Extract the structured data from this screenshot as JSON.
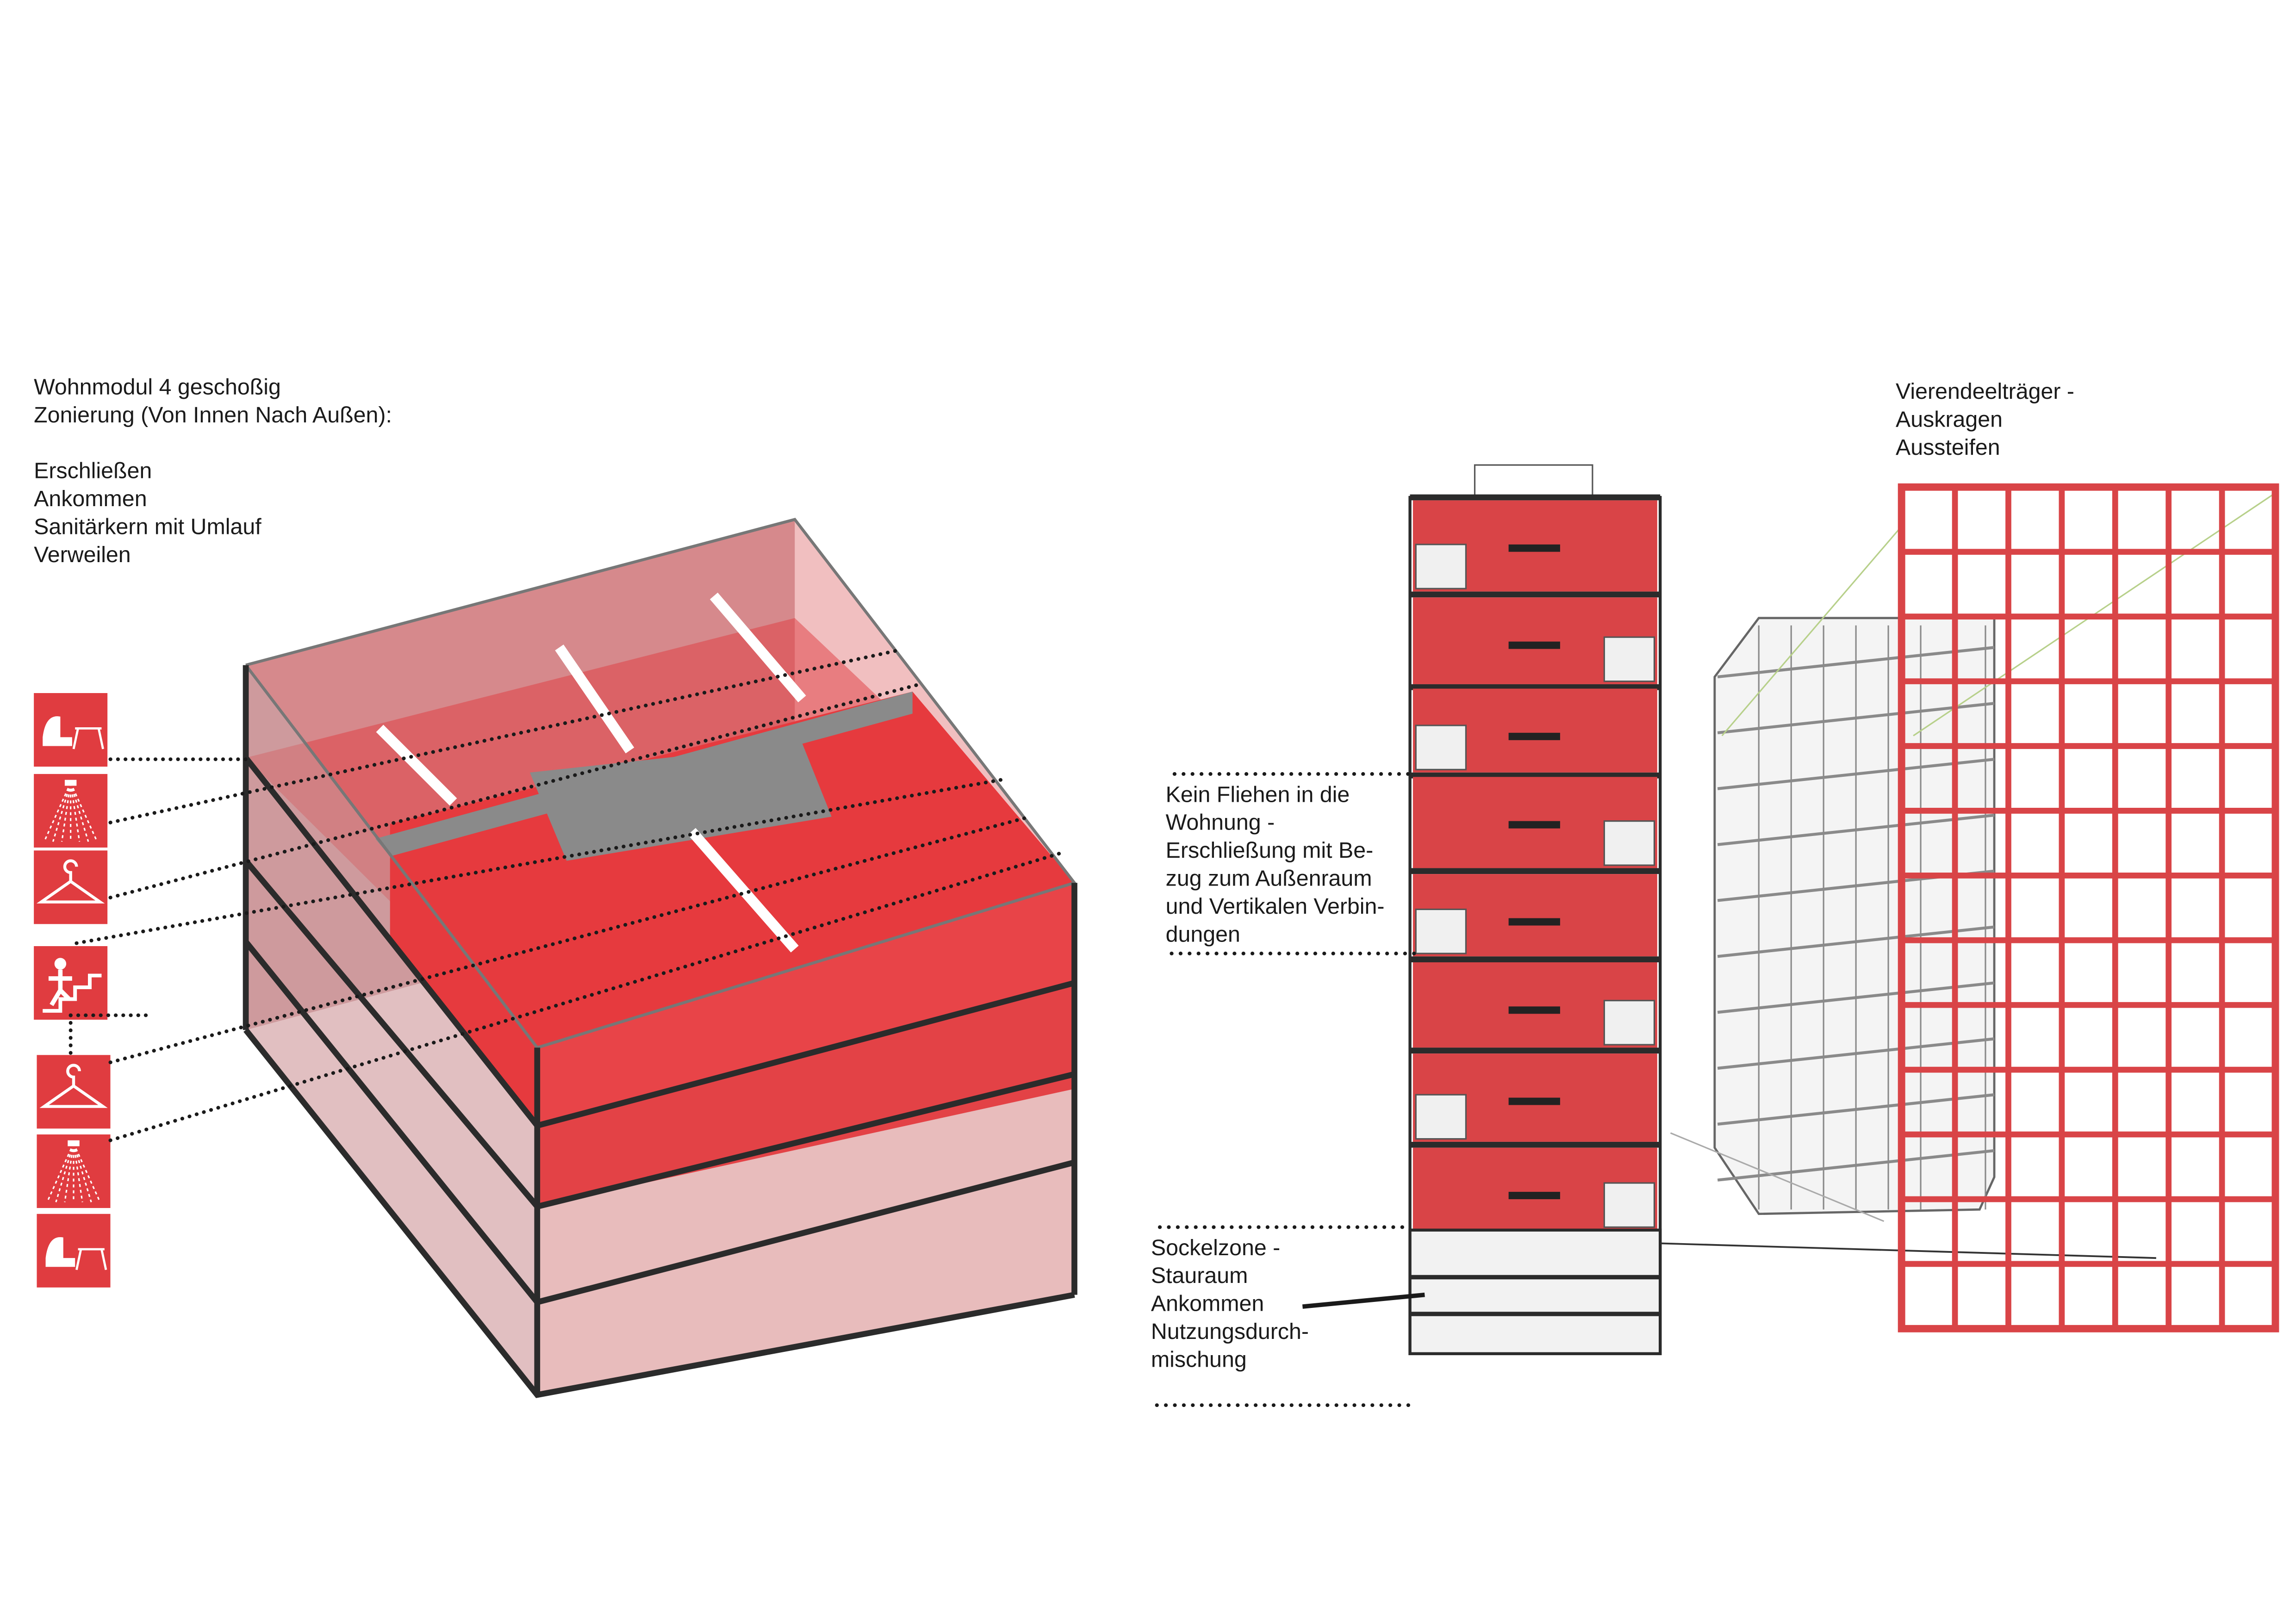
{
  "left_text": {
    "title": "Wohnmodul 4 geschoßig",
    "subtitle": "Zonierung (Von Innen Nach Außen):",
    "zones": [
      "Erschließen",
      "Ankommen",
      "Sanitärkern mit Umlauf",
      "Verweilen"
    ]
  },
  "icons": [
    "lounge-chair-table-icon",
    "shower-icon",
    "hanger-icon",
    "stairs-person-icon",
    "hanger-icon",
    "shower-icon",
    "lounge-chair-table-icon"
  ],
  "middle_text": {
    "lines": [
      "Kein Fliehen in die",
      "Wohnung -",
      "Erschließung mit Be-",
      "zug zum Außenraum",
      "und Vertikalen Verbin-",
      "dungen"
    ]
  },
  "base_text": {
    "lines": [
      "Sockelzone -",
      "Stauraum",
      "Ankommen",
      "Nutzungsdurch-",
      "mischung"
    ]
  },
  "right_text": {
    "lines": [
      "Vierendeelträger -",
      "Auskragen",
      "Aussteifen"
    ]
  },
  "colors": {
    "red": "#e03c40",
    "dark_red": "#a83a3e",
    "pink": "#e8bcbc",
    "gray": "#9a9a9a",
    "dark": "#2b2b2b"
  }
}
